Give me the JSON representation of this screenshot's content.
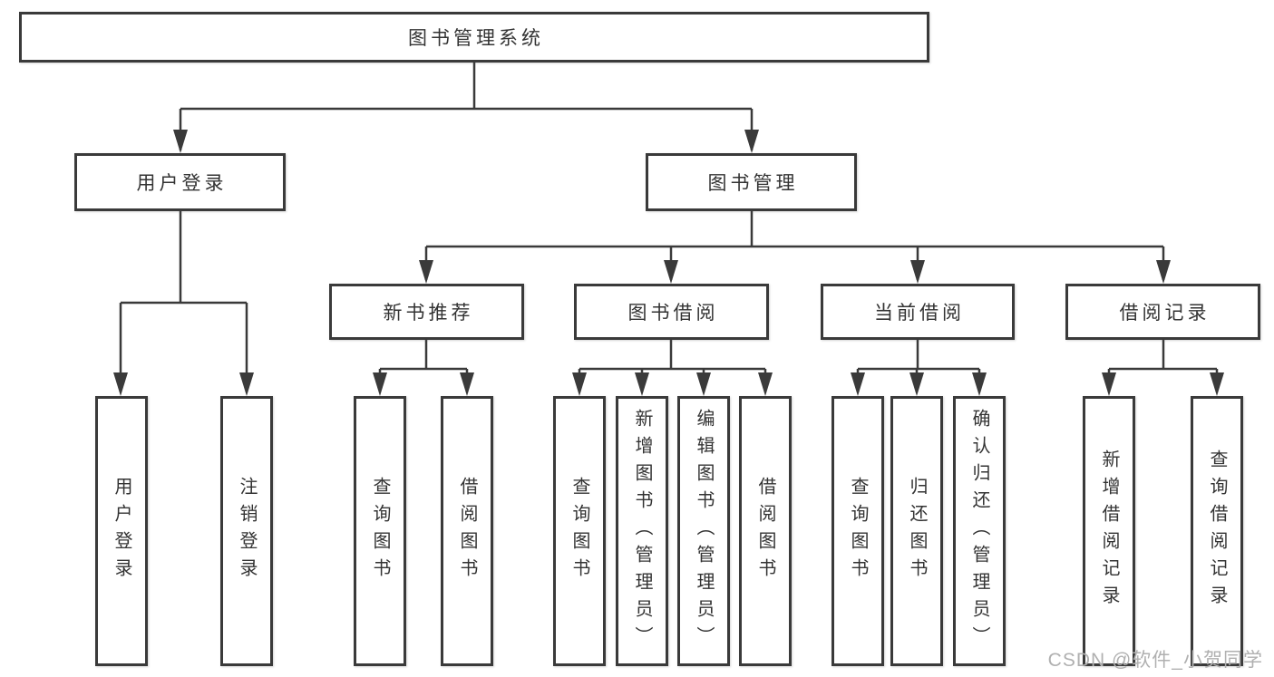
{
  "tree": {
    "root": {
      "label": "图书管理系统"
    },
    "branches": [
      {
        "label": "用户登录",
        "leaves": [
          "用户登录",
          "注销登录"
        ]
      },
      {
        "label": "图书管理",
        "groups": [
          {
            "label": "新书推荐",
            "leaves": [
              "查询图书",
              "借阅图书"
            ]
          },
          {
            "label": "图书借阅",
            "leaves": [
              "查询图书",
              "新增图书（管理员）",
              "编辑图书（管理员）",
              "借阅图书"
            ]
          },
          {
            "label": "当前借阅",
            "leaves": [
              "查询图书",
              "归还图书",
              "确认归还（管理员）"
            ]
          },
          {
            "label": "借阅记录",
            "leaves": [
              "新增借阅记录",
              "查询借阅记录"
            ]
          }
        ]
      }
    ]
  },
  "watermark": "CSDN @软件_小贺同学",
  "colors": {
    "line": "#3a3a3a",
    "box_border": "#3a3a3a",
    "box_fill": "#ffffff",
    "text": "#333333",
    "watermark": "#b0b0b0",
    "background": "#ffffff"
  }
}
